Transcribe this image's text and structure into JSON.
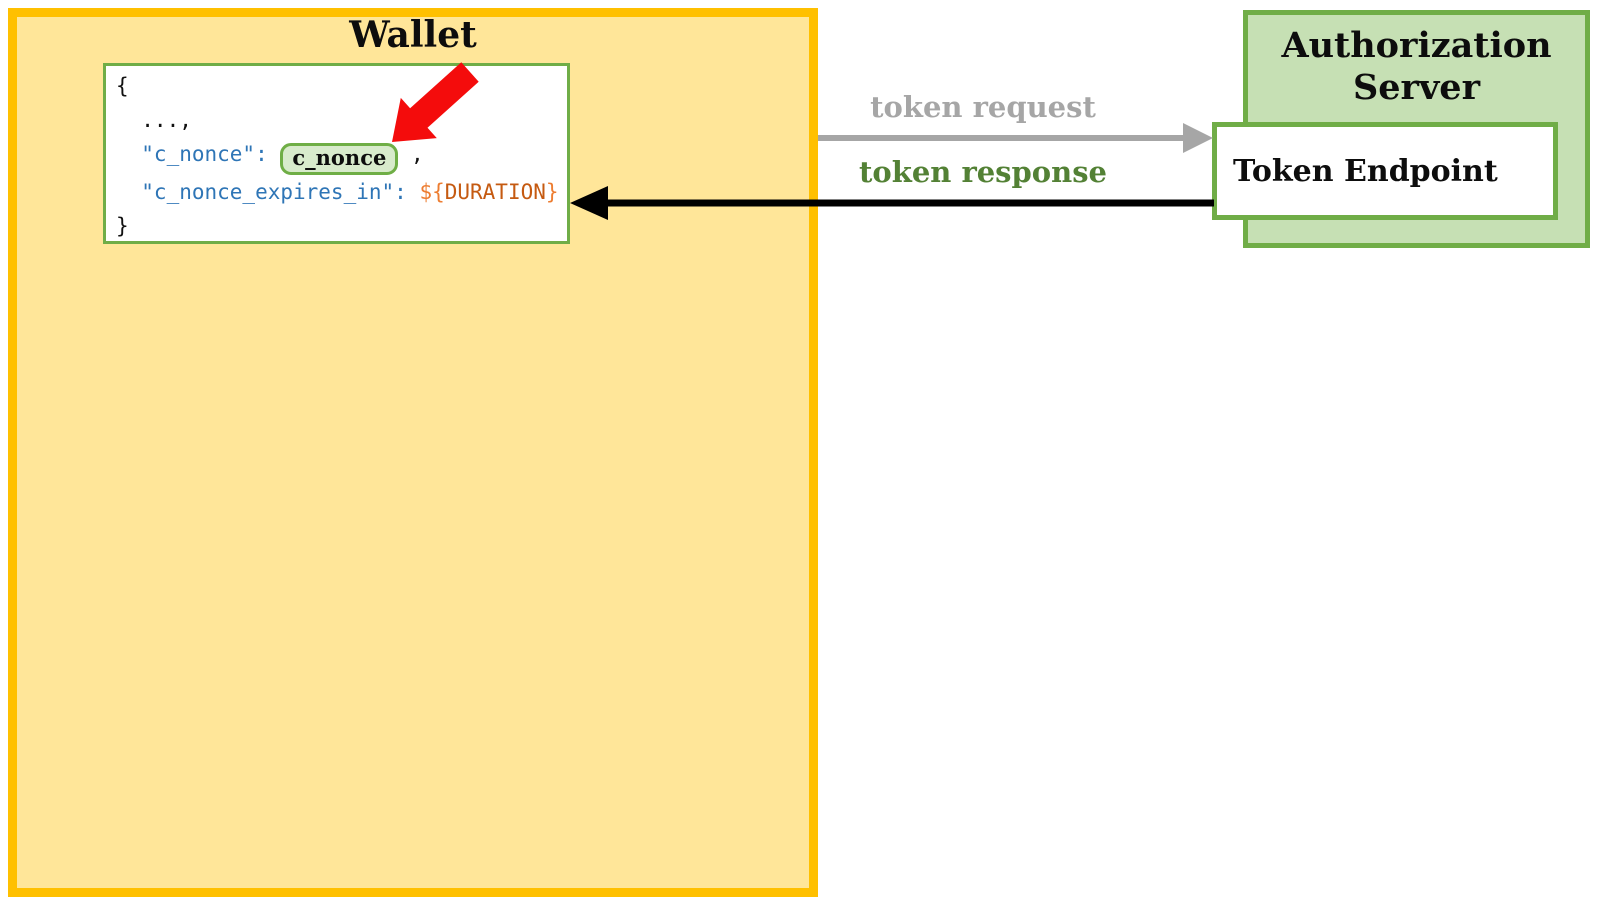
{
  "canvas": {
    "background": "#FFFFFF"
  },
  "wallet": {
    "title": "Wallet",
    "fill": "#FFE699",
    "border_color": "#FFC000",
    "highlight_arrow_color": "#F40C0C",
    "code": {
      "background": "#FFFFFF",
      "border_color": "#70AD47",
      "text_color": "#111111",
      "key_color": "#2E75B6",
      "placeholder_delim_color": "#ED7D31",
      "placeholder_name_color": "#C55A11",
      "highlight_fill": "#D8EBCC",
      "highlight_border": "#6FAE46",
      "line1": "{",
      "line2": "  ...,",
      "line3_key": "  \"c_nonce\": ",
      "line3_value": "c_nonce",
      "line3_after": " ,",
      "line4_key": "  \"c_nonce_expires_in\": ",
      "line4_dollar": "${",
      "line4_name": "DURATION",
      "line4_brace": "}",
      "line5": "}"
    }
  },
  "authorization_server": {
    "title": "Authorization Server",
    "fill": "#C6E0B4",
    "border_color": "#70AD47",
    "token_endpoint": {
      "label": "Token Endpoint",
      "fill": "#FFFFFF",
      "border_color": "#70AD47"
    }
  },
  "flows": {
    "token_request": {
      "label": "token request",
      "color": "#A6A6A6",
      "direction": "wallet-to-token-endpoint"
    },
    "token_response": {
      "label": "token response",
      "label_color": "#538135",
      "arrow_color": "#000000",
      "direction": "token-endpoint-to-wallet"
    }
  }
}
